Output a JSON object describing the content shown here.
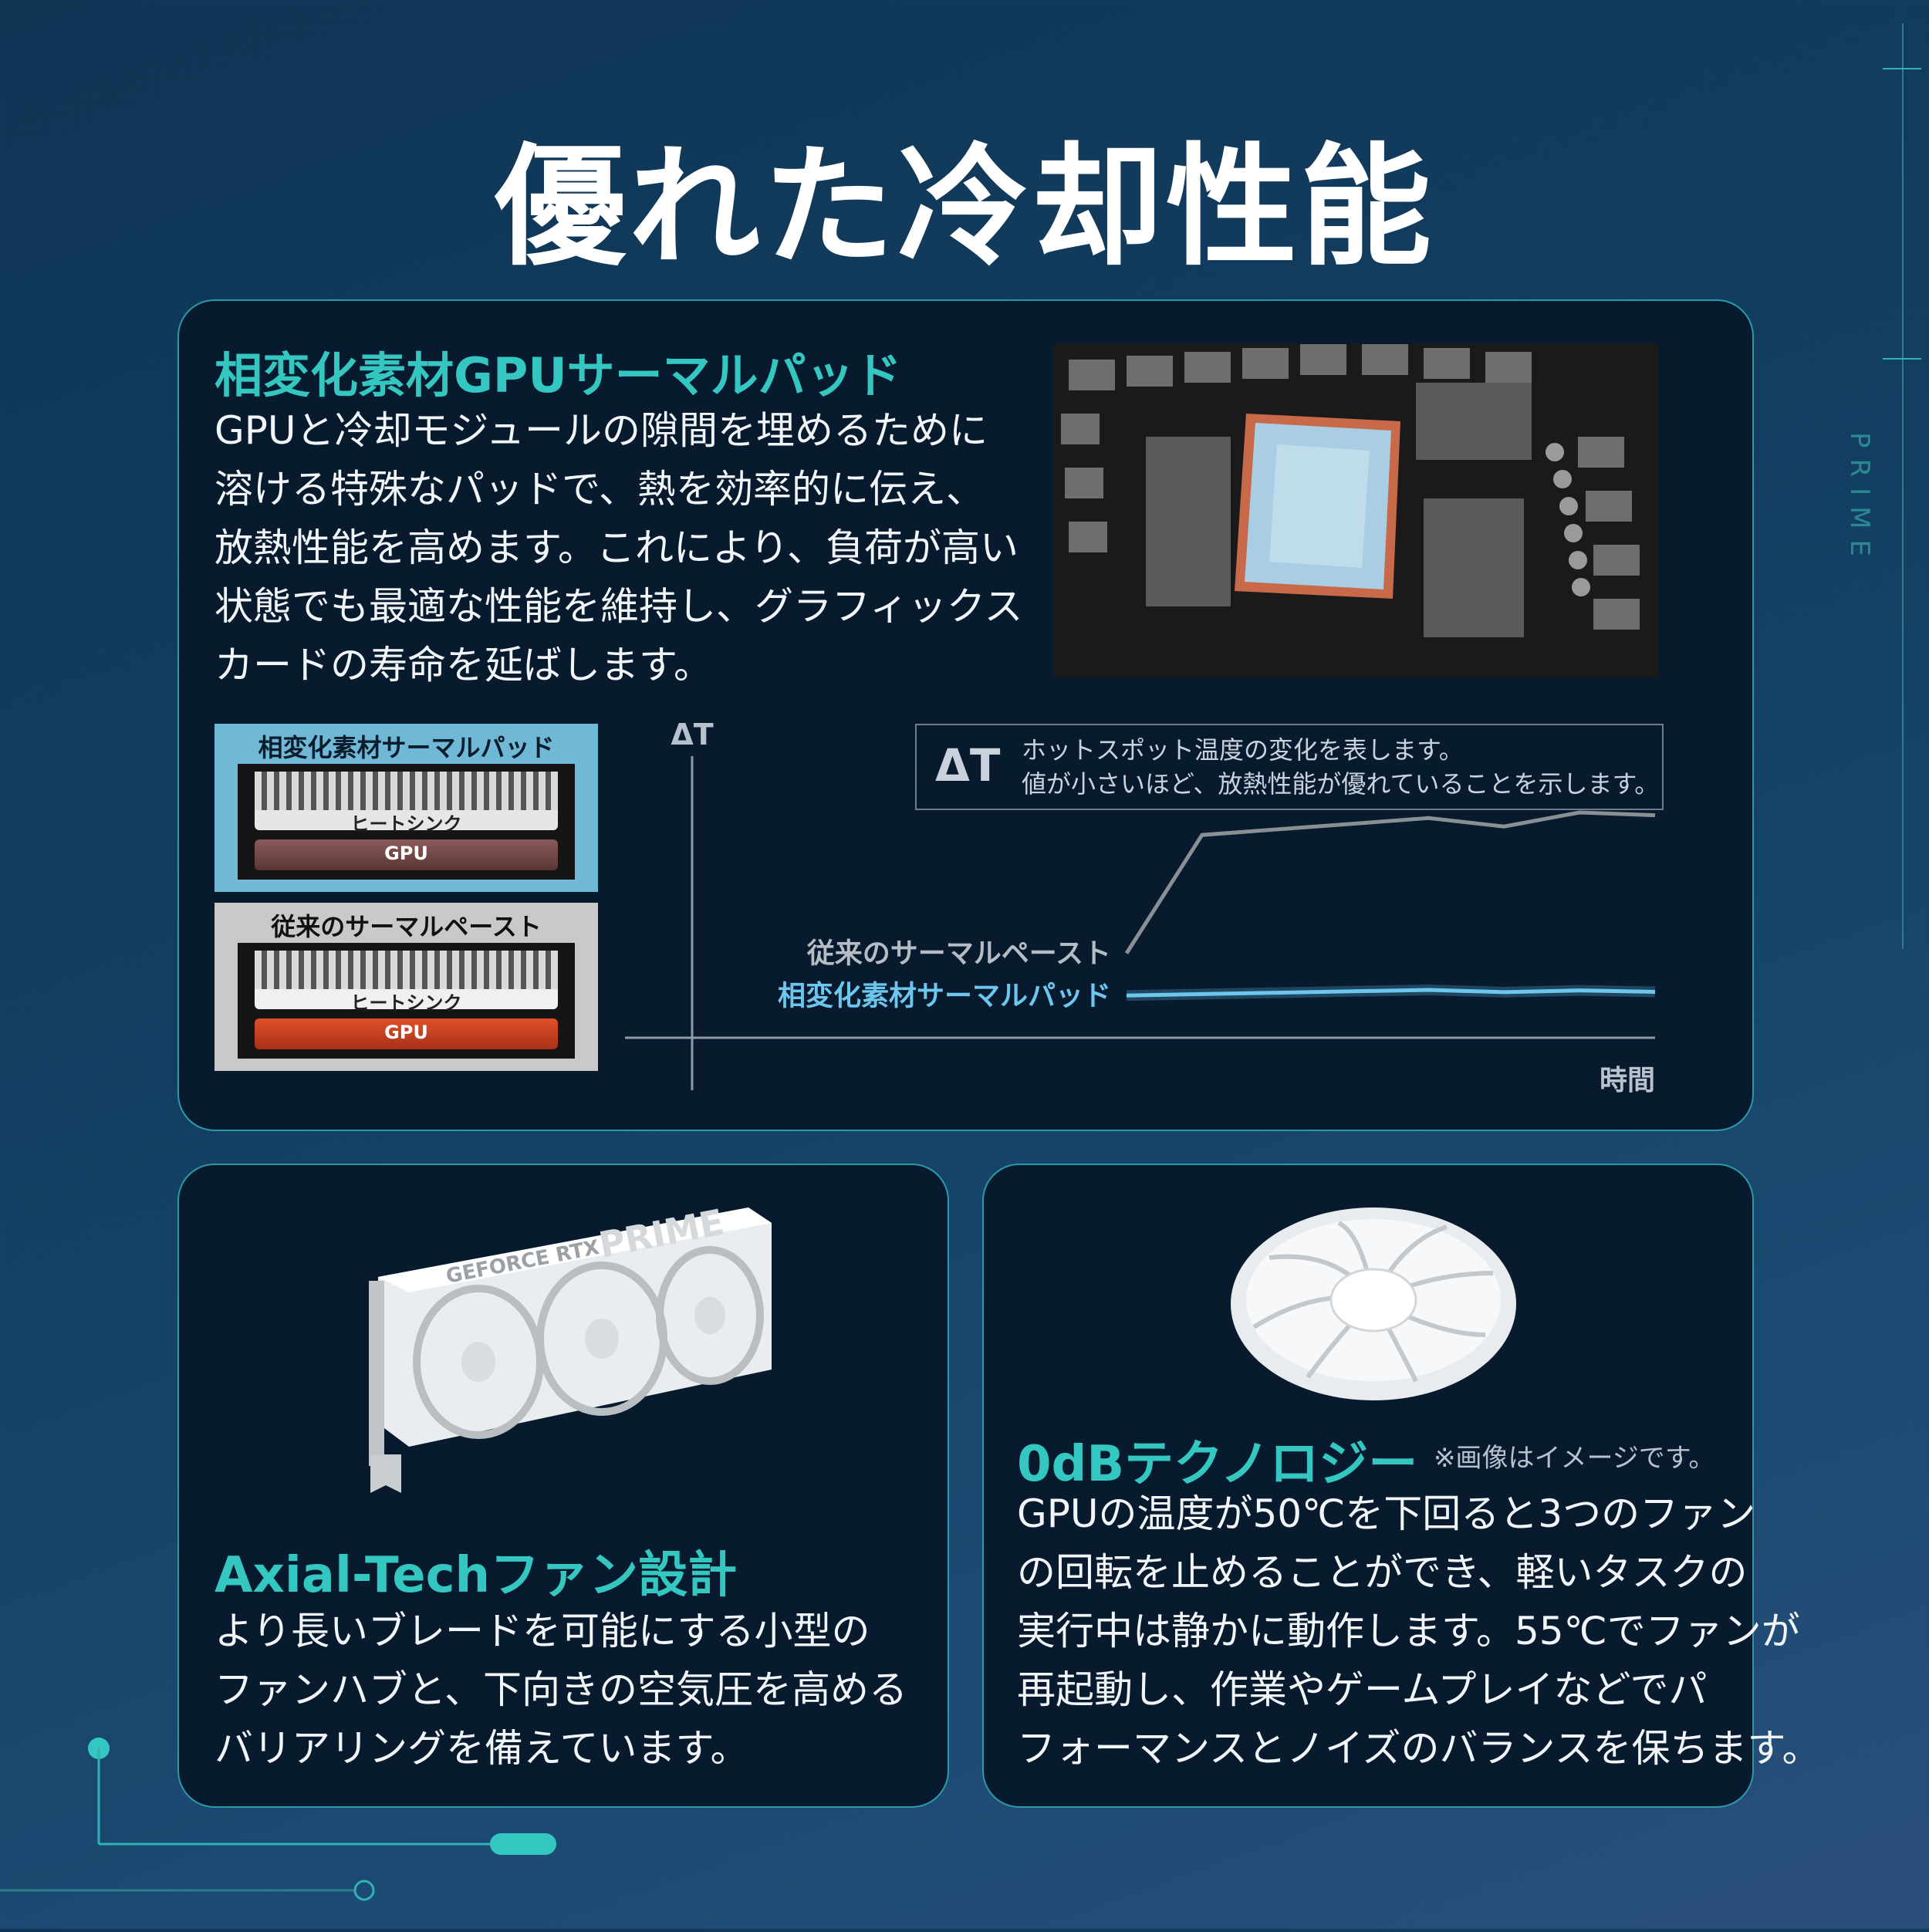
{
  "page": {
    "title": "優れた冷却性能",
    "side_label": "PRIME"
  },
  "thermal_pad": {
    "heading": "相変化素材GPUサーマルパッド",
    "lines": [
      "GPUと冷却モジュールの隙間を埋めるために",
      "溶ける特殊なパッドで、熱を効率的に伝え、",
      "放熱性能を高めます。これにより、負荷が高い",
      "状態でも最適な性能を維持し、グラフィックス",
      "カードの寿命を延ばします。"
    ]
  },
  "diagram": {
    "pad": {
      "title": "相変化素材サーマルパッド",
      "sink": "ヒートシンク",
      "gpu": "GPU"
    },
    "paste": {
      "title": "従来のサーマルペースト",
      "sink": "ヒートシンク",
      "gpu": "GPU"
    }
  },
  "chart_data": {
    "type": "line",
    "ylabel": "ΔT",
    "xlabel": "時間",
    "legend_symbol": "ΔT",
    "legend_lines": [
      "ホットスポット温度の変化を表します。",
      "値が小さいほど、放熱性能が優れていることを示します。"
    ],
    "x": [
      0,
      1,
      2,
      3,
      4,
      5,
      6,
      7
    ],
    "series": [
      {
        "name": "従来のサーマルペースト",
        "values": [
          0.3,
          0.72,
          0.74,
          0.76,
          0.78,
          0.75,
          0.8,
          0.79
        ],
        "color": "#8a8f94"
      },
      {
        "name": "相変化素材サーマルパッド",
        "values": [
          0.15,
          0.155,
          0.16,
          0.165,
          0.17,
          0.162,
          0.168,
          0.163
        ],
        "color": "#6cc6ee"
      }
    ]
  },
  "axial": {
    "heading": "Axial-Techファン設計",
    "lines": [
      "より長いブレードを可能にする小型の",
      "ファンハブと、下向きの空気圧を高める",
      "バリアリングを備えています。"
    ],
    "card_text": "GEFORCE RTX",
    "card_brand": "PRIME"
  },
  "zerodb": {
    "heading": "0dBテクノロジー",
    "note": "※画像はイメージです。",
    "lines": [
      "GPUの温度が50℃を下回ると3つのファン",
      "の回転を止めることができ、軽いタスクの",
      "実行中は静かに動作します。55℃でファンが",
      "再起動し、作業やゲームプレイなどでパ",
      "フォーマンスとノイズのバランスを保ちます。"
    ]
  },
  "colors": {
    "accent": "#34c7c2",
    "card_bg": "#071a2e",
    "card_border": "#2b9aa6"
  }
}
